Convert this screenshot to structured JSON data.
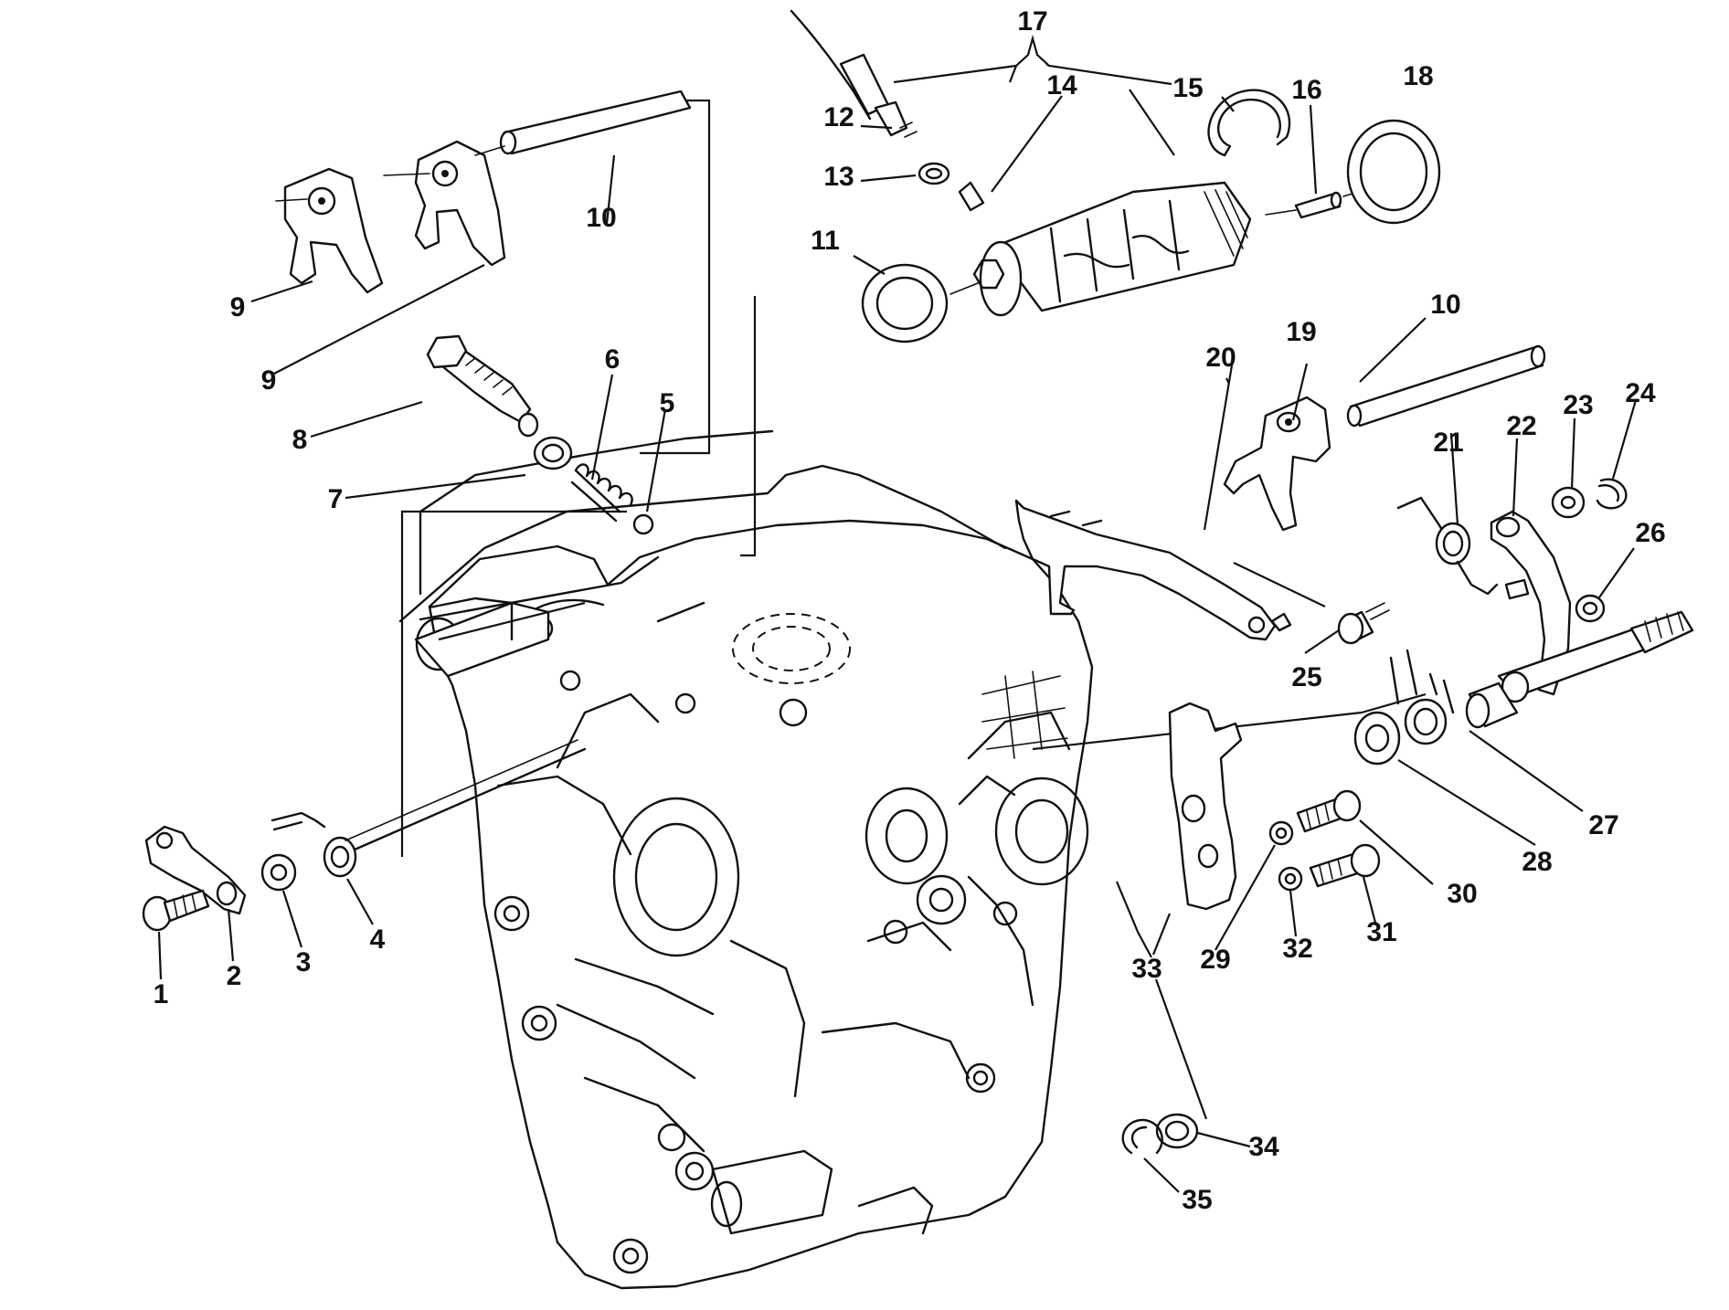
{
  "callouts": [
    "1",
    "2",
    "3",
    "4",
    "5",
    "6",
    "7",
    "8",
    "9",
    "9",
    "10",
    "10",
    "11",
    "12",
    "13",
    "14",
    "15",
    "16",
    "17",
    "18",
    "19",
    "20",
    "21",
    "22",
    "23",
    "24",
    "25",
    "26",
    "27",
    "28",
    "29",
    "30",
    "31",
    "32",
    "33",
    "34",
    "35"
  ],
  "colors": {
    "ink": "#111111",
    "paper": "#ffffff"
  }
}
